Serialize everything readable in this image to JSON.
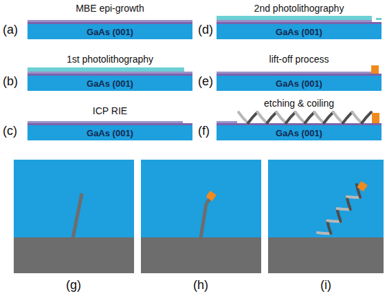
{
  "diagram": {
    "nodes": [
      {
        "text": [
          "GaAs (001)"
        ]
      },
      {
        "text": [
          "GaAs (001)"
        ]
      },
      {
        "text": [
          "GaAs (001)"
        ]
      },
      {
        "text": [
          "GaAs (001)"
        ]
      },
      {
        "text": [
          "GaAs (001)"
        ]
      },
      {
        "text": [
          "GaAs (001)"
        ]
      }
    ],
    "labels": [
      "(a)",
      "MBE epi-growth",
      "(b)",
      "1st photolithography",
      "(c)",
      "ICP RIE",
      "(d)",
      "2nd photolithography",
      "(e)",
      "lift-off process",
      "(f)",
      "etching & coiling",
      "(g)",
      "(h)",
      "(i)"
    ]
  }
}
